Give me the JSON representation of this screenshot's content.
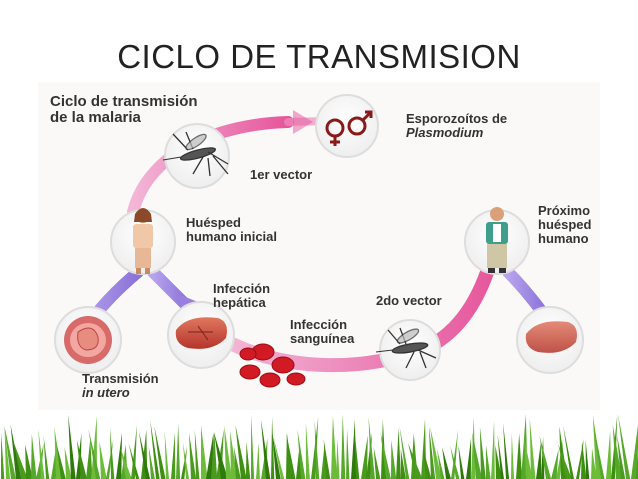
{
  "slide": {
    "title": "CICLO DE TRANSMISION"
  },
  "diagram": {
    "heading_line1": "Ciclo de transmisión",
    "heading_line2": "de la malaria",
    "sporozoites_line1": "Esporozoítos de",
    "sporozoites_line2": "Plasmodium",
    "vector1": "1er vector",
    "host_line1": "Huésped",
    "host_line2": "humano inicial",
    "next_host_line1": "Próximo",
    "next_host_line2": "huésped",
    "next_host_line3": "humano",
    "liver_line1": "Infección",
    "liver_line2": "hepática",
    "vector2": "2do vector",
    "blood_line1": "Infección",
    "blood_line2": "sanguínea",
    "utero_line1": "Transmisión",
    "utero_line2": "in utero"
  },
  "colors": {
    "arc_pink": "#e6559b",
    "arc_purple": "#9a7fe0",
    "grass": "#4e9a1c",
    "title": "#222222"
  }
}
